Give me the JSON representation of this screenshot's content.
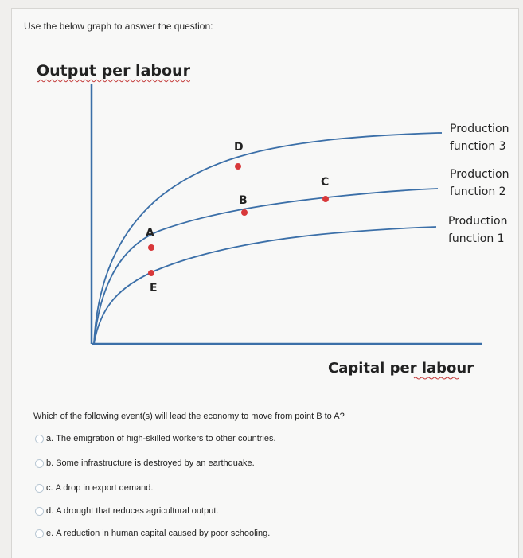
{
  "intro": "Use the below graph to answer the question:",
  "graph": {
    "y_label": "Output per labour",
    "x_label": "Capital per labour",
    "curves": [
      {
        "label_line1": "Production",
        "label_line2": "function 3"
      },
      {
        "label_line1": "Production",
        "label_line2": "function 2"
      },
      {
        "label_line1": "Production",
        "label_line2": "function 1"
      }
    ],
    "points": [
      "A",
      "B",
      "C",
      "D",
      "E"
    ],
    "colors": {
      "curve": "#3b6fa8",
      "point": "#d8383a",
      "axis": "#3b6fa8"
    }
  },
  "question": "Which of the following event(s) will lead the economy to move from point B to A?",
  "options": [
    {
      "letter": "a.",
      "text": "The emigration of high-skilled workers to other countries."
    },
    {
      "letter": "b.",
      "text": "Some infrastructure is destroyed by an earthquake."
    },
    {
      "letter": "c.",
      "text": "A drop in export demand."
    },
    {
      "letter": "d.",
      "text": "A drought that reduces agricultural output."
    },
    {
      "letter": "e.",
      "text": "A reduction in human capital caused by poor schooling."
    }
  ]
}
